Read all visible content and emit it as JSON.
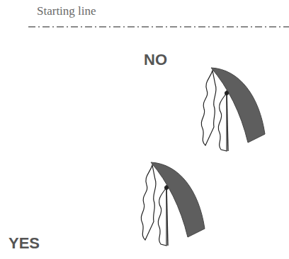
{
  "diagram": {
    "labels": [
      "Starting line",
      "NO",
      "YES"
    ]
  }
}
